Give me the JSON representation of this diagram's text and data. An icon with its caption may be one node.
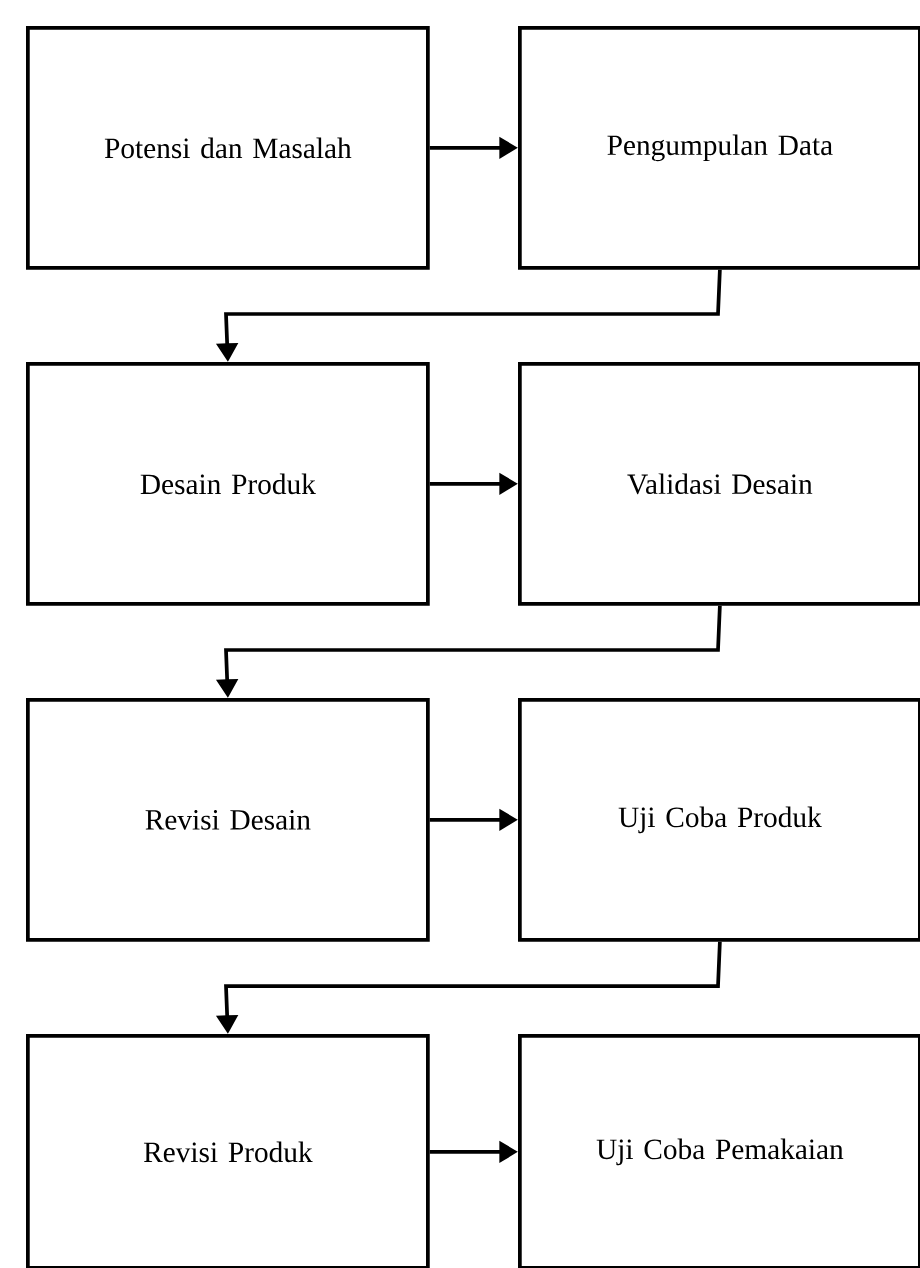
{
  "diagram": {
    "nodes": [
      {
        "text": [
          "Potensi dan Masalah"
        ]
      },
      {
        "text": [
          "Pengumpulan Data"
        ]
      },
      {
        "text": [
          "Desain Produk"
        ]
      },
      {
        "text": [
          "Validasi Desain"
        ]
      },
      {
        "text": [
          "Revisi Desain"
        ]
      },
      {
        "text": [
          "Uji Coba Produk"
        ]
      },
      {
        "text": [
          "Revisi Produk"
        ]
      },
      {
        "text": [
          "Uji Coba Pemakaian"
        ]
      }
    ],
    "edges": [
      {
        "from": 0,
        "to": 1,
        "arrow": "to"
      },
      {
        "from": 1,
        "to": 2,
        "arrow": "to"
      },
      {
        "from": 2,
        "to": 3,
        "arrow": "to"
      },
      {
        "from": 3,
        "to": 4,
        "arrow": "to"
      },
      {
        "from": 4,
        "to": 5,
        "arrow": "to"
      },
      {
        "from": 5,
        "to": 6,
        "arrow": "to"
      },
      {
        "from": 6,
        "to": 7,
        "arrow": "to"
      }
    ]
  }
}
